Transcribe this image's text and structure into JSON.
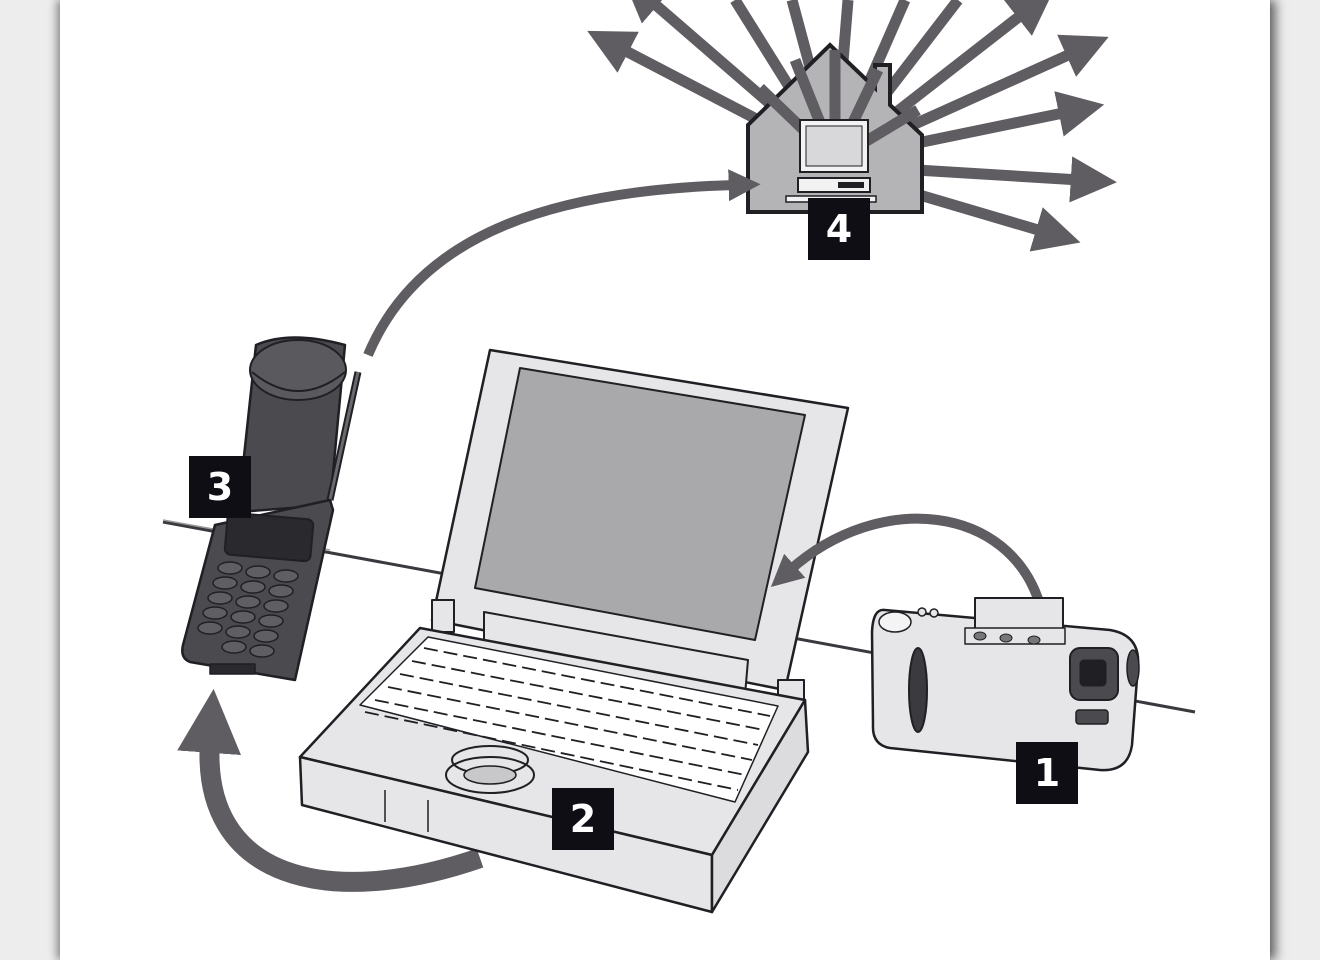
{
  "badges": {
    "camera": "1",
    "laptop": "2",
    "phone": "3",
    "house": "4"
  },
  "colors": {
    "arrow": "#5f5c62",
    "line": "#1f1f24",
    "device_fill": "#e6e6e8",
    "screen_fill": "#a9a9ab",
    "phone_fill": "#4b4a4f",
    "house_fill": "#b4b4b6",
    "badge_bg": "#0e0e14"
  },
  "icons": [
    "digital-camera-icon",
    "laptop-icon",
    "flip-phone-icon",
    "house-with-computer-icon"
  ]
}
